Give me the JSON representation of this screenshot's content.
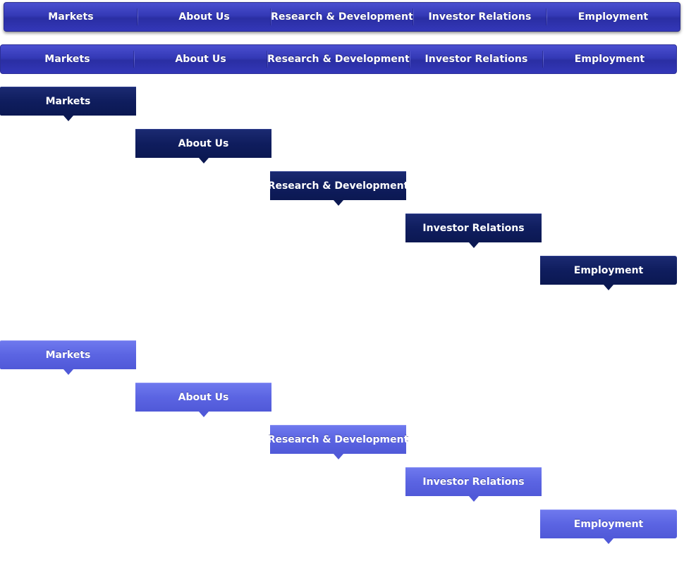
{
  "nav": {
    "items": [
      {
        "label": "Markets"
      },
      {
        "label": "About Us"
      },
      {
        "label": "Research & Development"
      },
      {
        "label": "Investor Relations"
      },
      {
        "label": "Employment"
      }
    ]
  },
  "active_tabs_dark": [
    {
      "label": "Markets"
    },
    {
      "label": "About Us"
    },
    {
      "label": "Research & Development"
    },
    {
      "label": "Investor Relations"
    },
    {
      "label": "Employment"
    }
  ],
  "active_tabs_light": [
    {
      "label": "Markets"
    },
    {
      "label": "About Us"
    },
    {
      "label": "Research & Development"
    },
    {
      "label": "Investor Relations"
    },
    {
      "label": "Employment"
    }
  ],
  "colors": {
    "bar_blue": "#3439b6",
    "dark_active": "#0f1d5e",
    "light_active": "#5b64e2",
    "text": "#ffffff"
  }
}
